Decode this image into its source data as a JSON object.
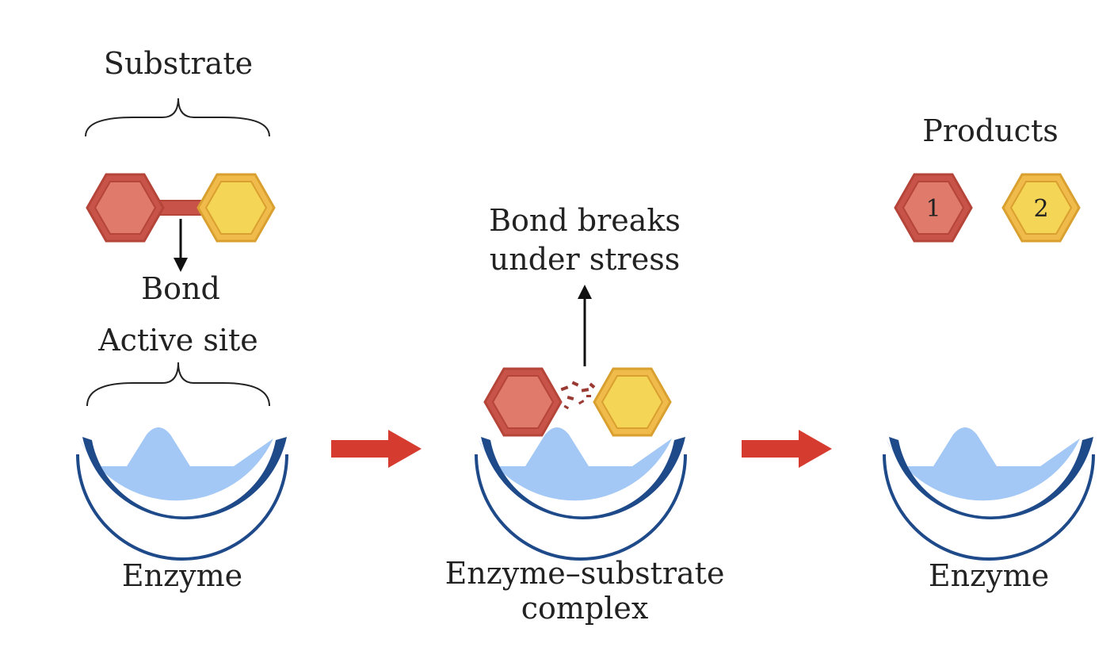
{
  "labels": {
    "substrate": "Substrate",
    "bond": "Bond",
    "active_site": "Active site",
    "enzyme_left": "Enzyme",
    "bond_breaks_line1": "Bond breaks",
    "bond_breaks_line2": "under stress",
    "complex_line1": "Enzyme–substrate",
    "complex_line2": "complex",
    "products": "Products",
    "product_1": "1",
    "product_2": "2",
    "enzyme_right": "Enzyme"
  },
  "colors": {
    "enzyme_fill": "#a3c8f5",
    "enzyme_rim": "#1e4a8a",
    "red_fill": "#e07a6a",
    "red_stroke": "#b54439",
    "yellow_fill": "#f5d555",
    "yellow_stroke": "#d9a030",
    "arrow_red": "#d63b2f"
  }
}
